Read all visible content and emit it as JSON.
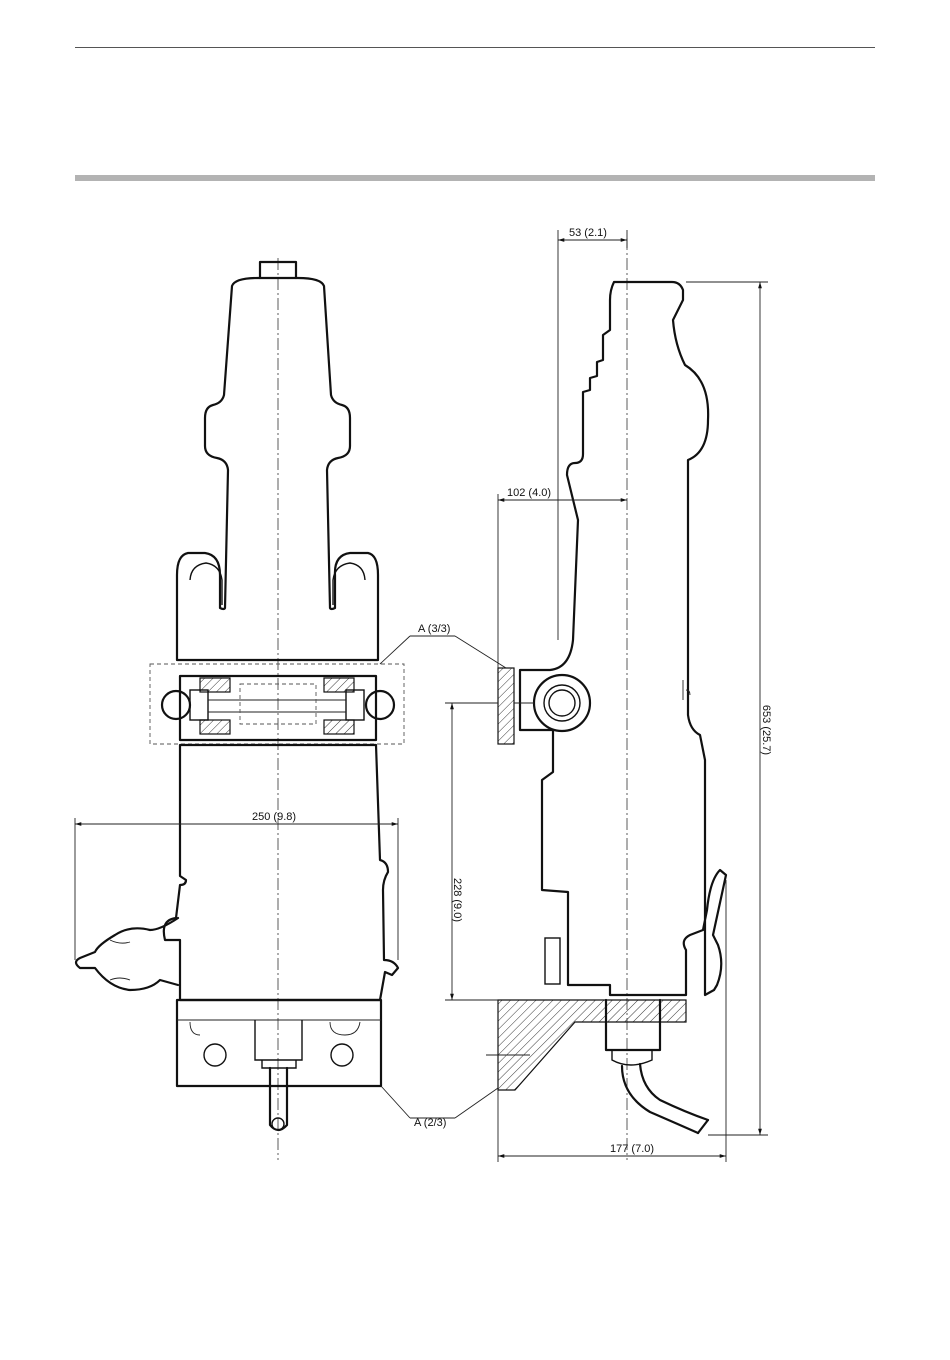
{
  "dimensions": {
    "top_offset": "53 (2.1)",
    "flange_offset": "102 (4.0)",
    "width_front": "250 (9.8)",
    "height_lower": "228 (9.0)",
    "height_total": "653 (25.7)",
    "depth_base": "177 (7.0)"
  },
  "callouts": {
    "upper_clamp": "A (3/3)",
    "base_plate": "A (2/3)"
  }
}
